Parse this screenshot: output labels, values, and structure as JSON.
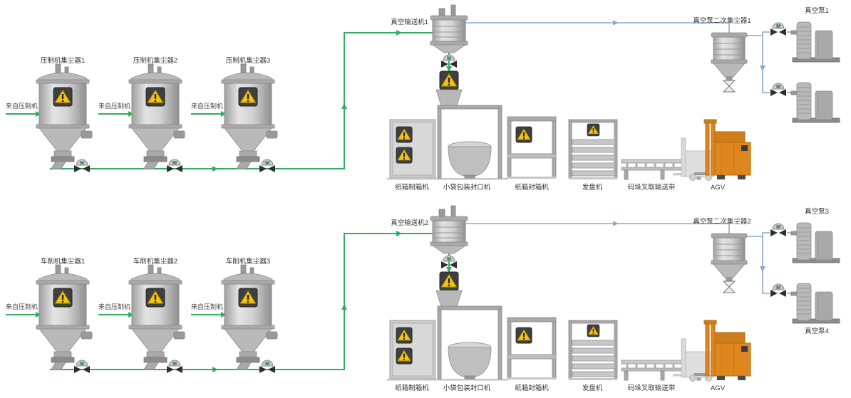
{
  "glyphs": {
    "valve_motor_label": "M"
  },
  "colors": {
    "pipe_green": "#2fae60",
    "pipe_blue": "#8aa8c8",
    "warning_yellow": "#f6c40e",
    "warning_panel_dark": "#3f3f3f",
    "agv_orange": "#e0861f",
    "equipment_gray": "#b9b9b9"
  },
  "sections": [
    {
      "name": "press-line",
      "collectors": [
        {
          "label": "压制机集尘器1",
          "source": "来自压制机"
        },
        {
          "label": "压制机集尘器2",
          "source": "来自压制机"
        },
        {
          "label": "压制机集尘器3",
          "source": "来自压制机"
        }
      ],
      "conveyor": "真空输送机1",
      "secondary_collector": "真空泵二次集尘器1",
      "pump_top": "真空泵1",
      "pump_bottom": "",
      "equipment": {
        "carton_maker": "纸箱制箱机",
        "bag_packer": "小袋包装封口机",
        "carton_sealer": "纸箱封箱机",
        "pallet_dispenser": "发盘机",
        "pallet_conveyor": "码垛叉取输送带",
        "agv": "AGV"
      }
    },
    {
      "name": "lathe-line",
      "collectors": [
        {
          "label": "车削机集尘器1",
          "source": "来自压制机"
        },
        {
          "label": "车削机集尘器2",
          "source": "来自压制机"
        },
        {
          "label": "车削机集尘器3",
          "source": "来自压制机"
        }
      ],
      "conveyor": "真空输送机2",
      "secondary_collector": "真空泵二次集尘器2",
      "pump_top": "真空泵3",
      "pump_bottom": "真空泵4",
      "equipment": {
        "carton_maker": "纸箱制箱机",
        "bag_packer": "小袋包装封口机",
        "carton_sealer": "纸箱封箱机",
        "pallet_dispenser": "发盘机",
        "pallet_conveyor": "码垛叉取输送带",
        "agv": "AGV"
      }
    }
  ]
}
